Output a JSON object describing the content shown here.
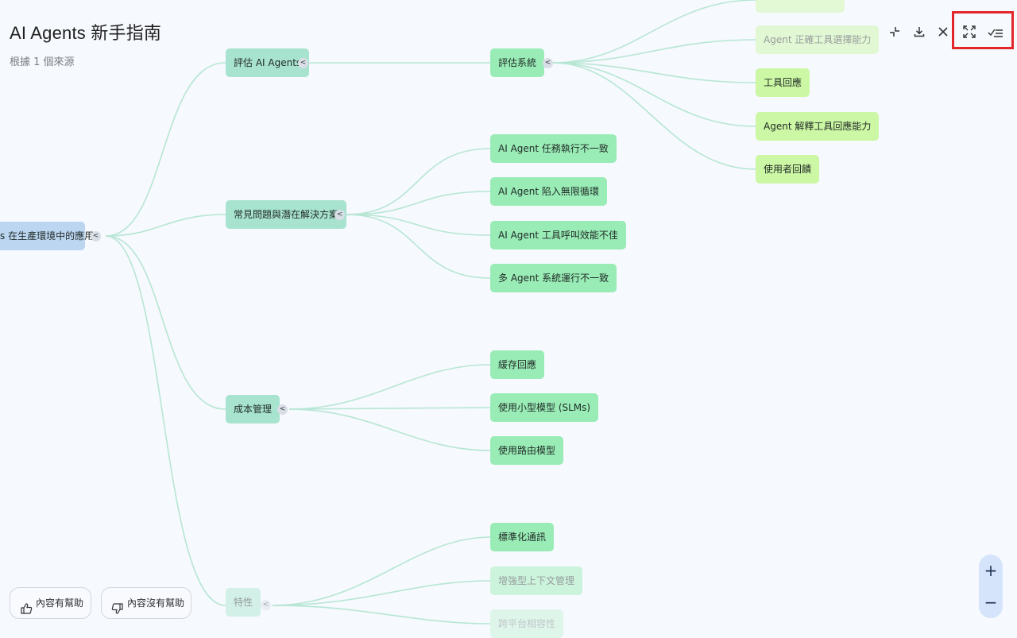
{
  "header": {
    "title": "AI Agents 新手指南",
    "subtitle": "根據 1 個來源"
  },
  "toolbar": {
    "icons": [
      "collapse-icon",
      "download-icon",
      "close-icon",
      "expand-icon",
      "check-list-icon"
    ]
  },
  "mindmap": {
    "root": "s 在生產環境中的應用",
    "branches": [
      {
        "label": "評估 AI Agents"
      },
      {
        "label": "評估系統"
      },
      {
        "label": "Agent 正確工具選擇能力"
      },
      {
        "label": "工具回應"
      },
      {
        "label": "Agent 解釋工具回應能力"
      },
      {
        "label": "使用者回饋"
      },
      {
        "label": "常見問題與潛在解決方案"
      },
      {
        "label": "AI Agent 任務執行不一致"
      },
      {
        "label": "AI Agent 陷入無限循環"
      },
      {
        "label": "AI Agent 工具呼叫效能不佳"
      },
      {
        "label": "多 Agent 系統運行不一致"
      },
      {
        "label": "成本管理"
      },
      {
        "label": "緩存回應"
      },
      {
        "label": "使用小型模型 (SLMs)"
      },
      {
        "label": "使用路由模型"
      },
      {
        "label": "特性"
      },
      {
        "label": "標準化通訊"
      },
      {
        "label": "增強型上下文管理"
      },
      {
        "label": "跨平台相容性"
      }
    ],
    "toggle_glyph": "<"
  },
  "zoom": {
    "in": "+",
    "out": "−"
  },
  "feedback": {
    "helpful": "內容有幫助",
    "not_helpful": "內容沒有幫助"
  },
  "colors": {
    "highlight_box": "#e3262b",
    "root_node": "#bcd6f2",
    "level1_node": "#a8e3cf",
    "level2_node": "#9aecb6",
    "level3_node": "#ccf7a4"
  }
}
